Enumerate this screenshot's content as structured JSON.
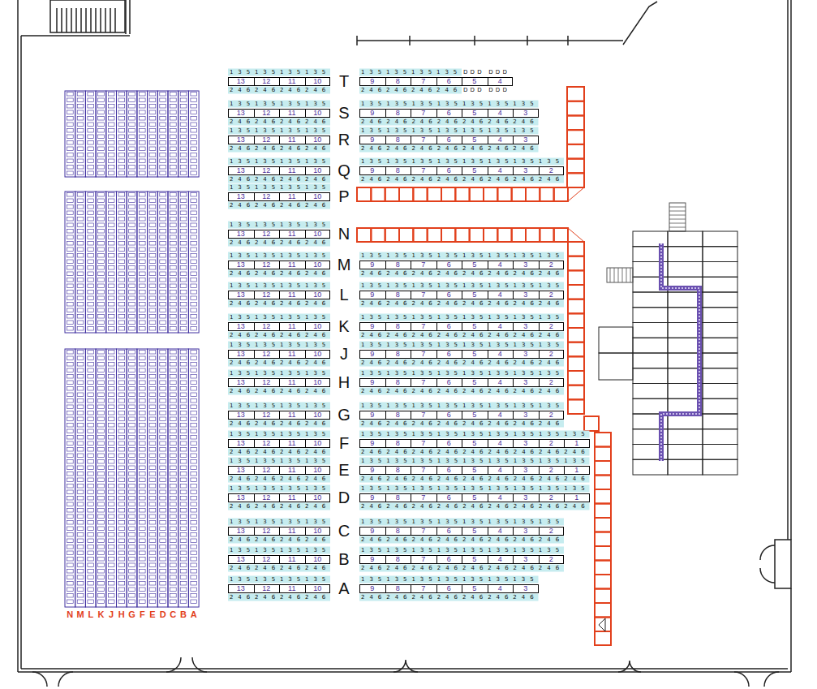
{
  "diagram": {
    "nodes": [
      {
        "text": [
          "13",
          "12",
          "11",
          "10"
        ]
      },
      {
        "text": [
          "9",
          "8",
          "7",
          "6",
          "5",
          "4"
        ]
      },
      {
        "text": [
          "13",
          "12",
          "11",
          "10"
        ]
      },
      {
        "text": [
          "9",
          "8",
          "7",
          "6",
          "5",
          "4",
          "3"
        ]
      },
      {
        "text": [
          "13",
          "12",
          "11",
          "10"
        ]
      },
      {
        "text": [
          "9",
          "8",
          "7",
          "6",
          "5",
          "4",
          "3"
        ]
      },
      {
        "text": [
          "13",
          "12",
          "11",
          "10"
        ]
      },
      {
        "text": [
          "9",
          "8",
          "7",
          "6",
          "5",
          "4",
          "3",
          "2"
        ]
      },
      {
        "text": [
          "13",
          "12",
          "11",
          "10"
        ]
      },
      {
        "text": [
          "13",
          "12",
          "11",
          "10"
        ]
      },
      {
        "text": [
          "13",
          "12",
          "11",
          "10"
        ]
      },
      {
        "text": [
          "9",
          "8",
          "7",
          "6",
          "5",
          "4",
          "3",
          "2"
        ]
      },
      {
        "text": [
          "13",
          "12",
          "11",
          "10"
        ]
      },
      {
        "text": [
          "9",
          "8",
          "7",
          "6",
          "5",
          "4",
          "3",
          "2"
        ]
      },
      {
        "text": [
          "13",
          "12",
          "11",
          "10"
        ]
      },
      {
        "text": [
          "9",
          "8",
          "7",
          "6",
          "5",
          "4",
          "3",
          "2"
        ]
      },
      {
        "text": [
          "13",
          "12",
          "11",
          "10"
        ]
      },
      {
        "text": [
          "9",
          "8",
          "7",
          "6",
          "5",
          "4",
          "3",
          "2"
        ]
      },
      {
        "text": [
          "13",
          "12",
          "11",
          "10"
        ]
      },
      {
        "text": [
          "9",
          "8",
          "7",
          "6",
          "5",
          "4",
          "3",
          "2"
        ]
      },
      {
        "text": [
          "13",
          "12",
          "11",
          "10"
        ]
      },
      {
        "text": [
          "9",
          "8",
          "7",
          "6",
          "5",
          "4",
          "3",
          "2"
        ]
      },
      {
        "text": [
          "13",
          "12",
          "11",
          "10"
        ]
      },
      {
        "text": [
          "9",
          "8",
          "7",
          "6",
          "5",
          "4",
          "3",
          "2",
          "1"
        ]
      },
      {
        "text": [
          "13",
          "12",
          "11",
          "10"
        ]
      },
      {
        "text": [
          "9",
          "8",
          "7",
          "6",
          "5",
          "4",
          "3",
          "2",
          "1"
        ]
      },
      {
        "text": [
          "13",
          "12",
          "11",
          "10"
        ]
      },
      {
        "text": [
          "9",
          "8",
          "7",
          "6",
          "5",
          "4",
          "3",
          "2",
          "1"
        ]
      },
      {
        "text": [
          "13",
          "12",
          "11",
          "10"
        ]
      },
      {
        "text": [
          "9",
          "8",
          "7",
          "6",
          "5",
          "4",
          "3",
          "2"
        ]
      },
      {
        "text": [
          "13",
          "12",
          "11",
          "10"
        ]
      },
      {
        "text": [
          "9",
          "8",
          "7",
          "6",
          "5",
          "4",
          "3",
          "2"
        ]
      },
      {
        "text": [
          "13",
          "12",
          "11",
          "10"
        ]
      },
      {
        "text": [
          "9",
          "8",
          "7",
          "6",
          "5",
          "4",
          "3"
        ]
      }
    ],
    "labels": [
      "1 3 5 1 3 5 1 3 5 1 3 5",
      "2 4 6 2 4 6 2 4 6 2 4 6",
      "T",
      "1 3 5 1 3 5 1 3 5 1 3 5",
      "2 4 6 2 4 6 2 4 6 2 4 6",
      "DDD DDD",
      "DDD DDD",
      "1 3 5 1 3 5 1 3 5 1 3 5",
      "2 4 6 2 4 6 2 4 6 2 4 6",
      "S",
      "1 3 5 1 3 5 1 3 5 1 3 5 1 3 5 1 3 5 1 3 5",
      "2 4 6 2 4 6 2 4 6 2 4 6 2 4 6 2 4 6 2 4 6",
      "1 3 5 1 3 5 1 3 5 1 3 5",
      "2 4 6 2 4 6 2 4 6 2 4 6",
      "R",
      "1 3 5 1 3 5 1 3 5 1 3 5 1 3 5 1 3 5 1 3 5",
      "2 4 6 2 4 6 2 4 6 2 4 6 2 4 6 2 4 6 2 4 6",
      "1 3 5 1 3 5 1 3 5 1 3 5",
      "2 4 6 2 4 6 2 4 6 2 4 6",
      "Q",
      "1 3 5 1 3 5 1 3 5 1 3 5 1 3 5 1 3 5 1 3 5 1 3 5",
      "2 4 6 2 4 6 2 4 6 2 4 6 2 4 6 2 4 6 2 4 6 2 4 6",
      "1 3 5 1 3 5 1 3 5 1 3 5",
      "2 4 6 2 4 6 2 4 6 2 4 6",
      "P",
      "1 3 5 1 3 5 1 3 5 1 3 5",
      "2 4 6 2 4 6 2 4 6 2 4 6",
      "N",
      "1 3 5 1 3 5 1 3 5 1 3 5",
      "2 4 6 2 4 6 2 4 6 2 4 6",
      "M",
      "1 3 5 1 3 5 1 3 5 1 3 5 1 3 5 1 3 5 1 3 5 1 3 5",
      "2 4 6 2 4 6 2 4 6 2 4 6 2 4 6 2 4 6 2 4 6 2 4 6",
      "1 3 5 1 3 5 1 3 5 1 3 5",
      "2 4 6 2 4 6 2 4 6 2 4 6",
      "L",
      "1 3 5 1 3 5 1 3 5 1 3 5 1 3 5 1 3 5 1 3 5 1 3 5",
      "2 4 6 2 4 6 2 4 6 2 4 6 2 4 6 2 4 6 2 4 6 2 4 6",
      "1 3 5 1 3 5 1 3 5 1 3 5",
      "2 4 6 2 4 6 2 4 6 2 4 6",
      "K",
      "1 3 5 1 3 5 1 3 5 1 3 5 1 3 5 1 3 5 1 3 5 1 3 5",
      "2 4 6 2 4 6 2 4 6 2 4 6 2 4 6 2 4 6 2 4 6 2 4 6",
      "1 3 5 1 3 5 1 3 5 1 3 5",
      "2 4 6 2 4 6 2 4 6 2 4 6",
      "J",
      "1 3 5 1 3 5 1 3 5 1 3 5 1 3 5 1 3 5 1 3 5 1 3 5",
      "2 4 6 2 4 6 2 4 6 2 4 6 2 4 6 2 4 6 2 4 6 2 4 6",
      "1 3 5 1 3 5 1 3 5 1 3 5",
      "2 4 6 2 4 6 2 4 6 2 4 6",
      "H",
      "1 3 5 1 3 5 1 3 5 1 3 5 1 3 5 1 3 5 1 3 5 1 3 5",
      "2 4 6 2 4 6 2 4 6 2 4 6 2 4 6 2 4 6 2 4 6 2 4 6",
      "1 3 5 1 3 5 1 3 5 1 3 5",
      "2 4 6 2 4 6 2 4 6 2 4 6",
      "G",
      "1 3 5 1 3 5 1 3 5 1 3 5 1 3 5 1 3 5 1 3 5 1 3 5",
      "2 4 6 2 4 6 2 4 6 2 4 6 2 4 6 2 4 6 2 4 6 2 4 6",
      "1 3 5 1 3 5 1 3 5 1 3 5",
      "2 4 6 2 4 6 2 4 6 2 4 6",
      "F",
      "1 3 5 1 3 5 1 3 5 1 3 5 1 3 5 1 3 5 1 3 5 1 3 5 1 3 5",
      "2 4 6 2 4 6 2 4 6 2 4 6 2 4 6 2 4 6 2 4 6 2 4 6 2 4 6",
      "1 3 5 1 3 5 1 3 5 1 3 5",
      "2 4 6 2 4 6 2 4 6 2 4 6",
      "E",
      "1 3 5 1 3 5 1 3 5 1 3 5 1 3 5 1 3 5 1 3 5 1 3 5 1 3 5",
      "2 4 6 2 4 6 2 4 6 2 4 6 2 4 6 2 4 6 2 4 6 2 4 6 2 4 6",
      "1 3 5 1 3 5 1 3 5 1 3 5",
      "2 4 6 2 4 6 2 4 6 2 4 6",
      "D",
      "1 3 5 1 3 5 1 3 5 1 3 5 1 3 5 1 3 5 1 3 5 1 3 5 1 3 5",
      "2 4 6 2 4 6 2 4 6 2 4 6 2 4 6 2 4 6 2 4 6 2 4 6 2 4 6",
      "1 3 5 1 3 5 1 3 5 1 3 5",
      "2 4 6 2 4 6 2 4 6 2 4 6",
      "C",
      "1 3 5 1 3 5 1 3 5 1 3 5 1 3 5 1 3 5 1 3 5 1 3 5",
      "2 4 6 2 4 6 2 4 6 2 4 6 2 4 6 2 4 6 2 4 6 2 4 6",
      "1 3 5 1 3 5 1 3 5 1 3 5",
      "2 4 6 2 4 6 2 4 6 2 4 6",
      "B",
      "1 3 5 1 3 5 1 3 5 1 3 5 1 3 5 1 3 5 1 3 5 1 3 5",
      "2 4 6 2 4 6 2 4 6 2 4 6 2 4 6 2 4 6 2 4 6 2 4 6",
      "1 3 5 1 3 5 1 3 5 1 3 5",
      "2 4 6 2 4 6 2 4 6 2 4 6",
      "A",
      "1 3 5 1 3 5 1 3 5 1 3 5 1 3 5 1 3 5 1 3 5",
      "2 4 6 2 4 6 2 4 6 2 4 6 2 4 6 2 4 6 2 4 6",
      "N",
      "M",
      "L",
      "K",
      "J",
      "H",
      "G",
      "F",
      "E",
      "D",
      "C",
      "B",
      "A"
    ]
  }
}
